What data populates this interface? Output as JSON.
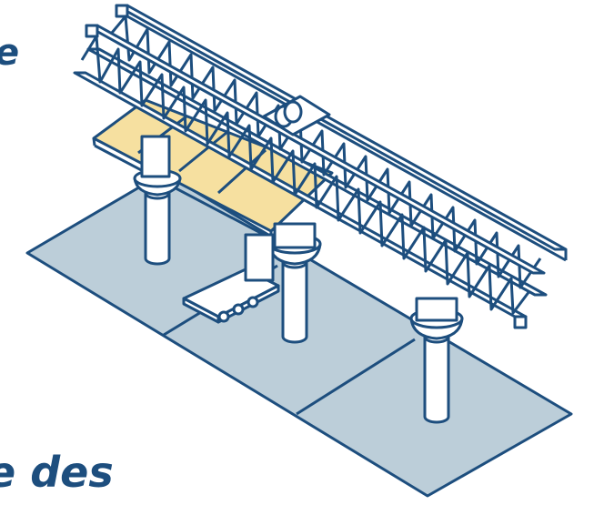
{
  "figure": {
    "heading_fragment_top": "e",
    "heading_fragment_bottom": "e des"
  },
  "colors": {
    "outline": "#1d4e7e",
    "ground": "#bcced9",
    "deck": "#f6e0a0",
    "white": "#ffffff"
  },
  "icons": {
    "girder": "truss-girder",
    "pier": "bridge-pier",
    "deck": "deck-formwork",
    "carriage": "trolley-icon"
  }
}
